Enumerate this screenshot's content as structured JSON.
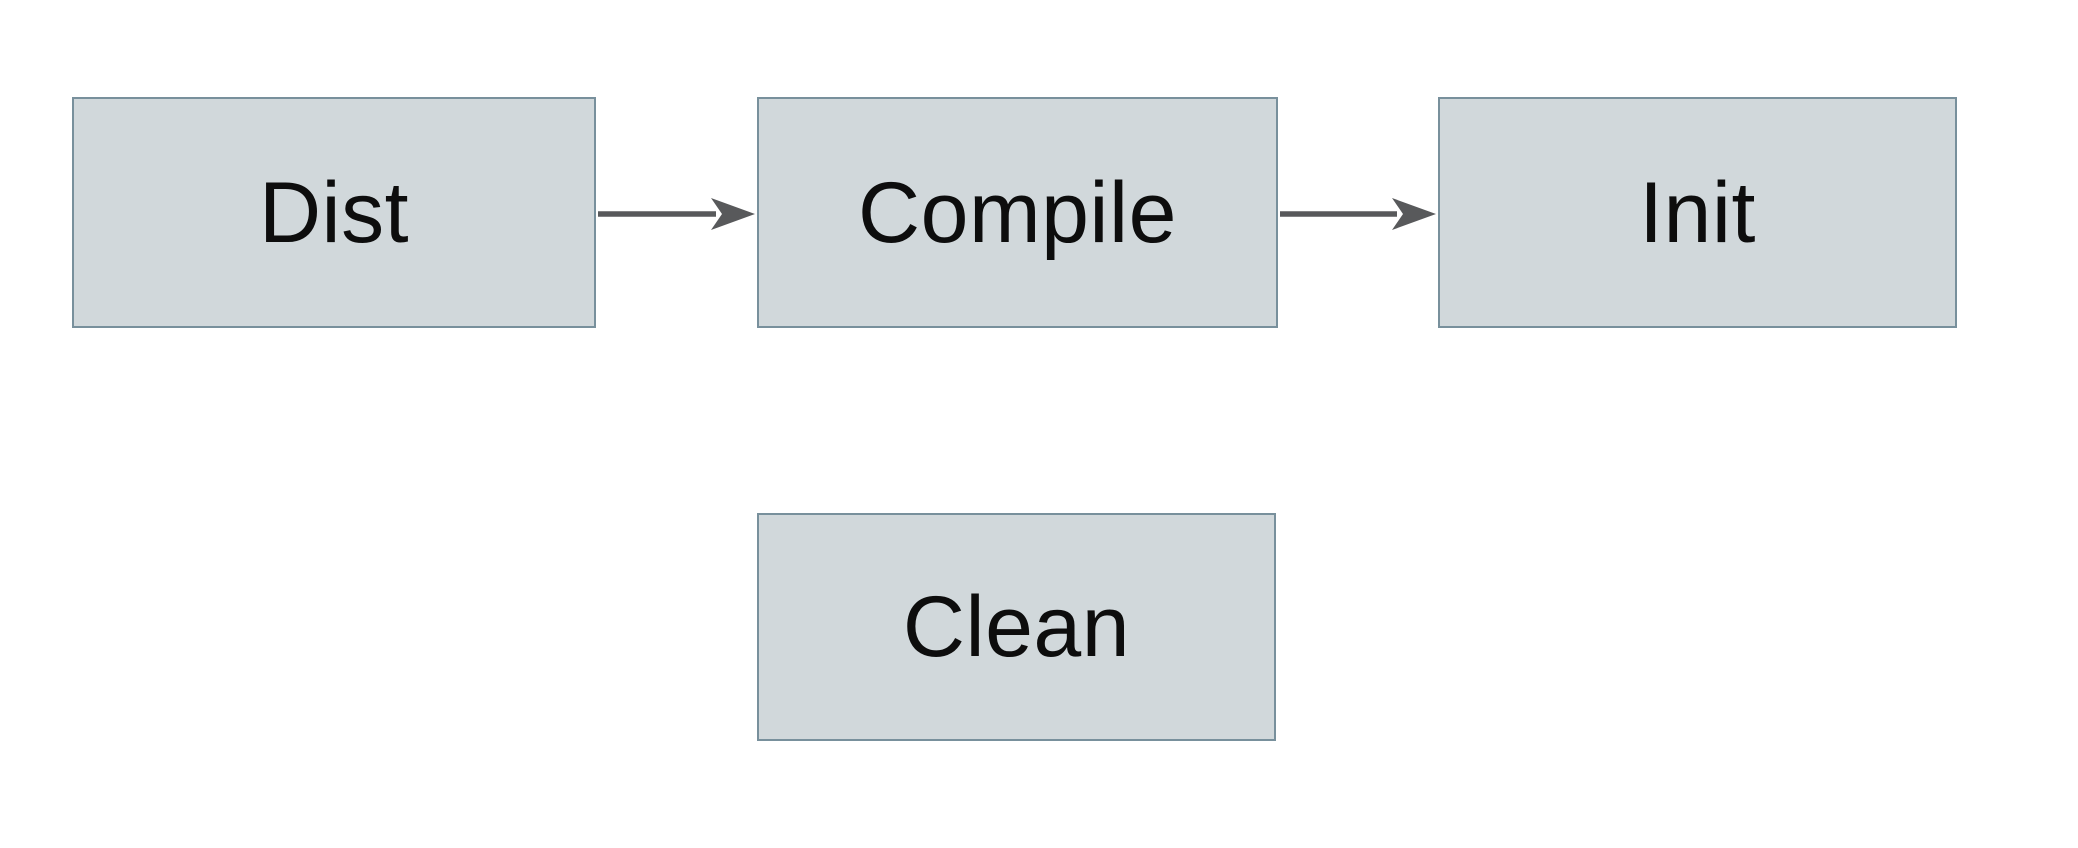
{
  "diagram": {
    "type": "flowchart",
    "background_color": "#ffffff",
    "node_fill_color": "#d1d8db",
    "node_border_color": "#78909c",
    "arrow_color": "#58595b",
    "text_color": "#0d0d0d",
    "nodes": [
      {
        "id": "dist",
        "label": "Dist"
      },
      {
        "id": "compile",
        "label": "Compile"
      },
      {
        "id": "init",
        "label": "Init"
      },
      {
        "id": "clean",
        "label": "Clean"
      }
    ],
    "edges": [
      {
        "from": "dist",
        "to": "compile",
        "direction": "right"
      },
      {
        "from": "compile",
        "to": "init",
        "direction": "right"
      }
    ]
  }
}
